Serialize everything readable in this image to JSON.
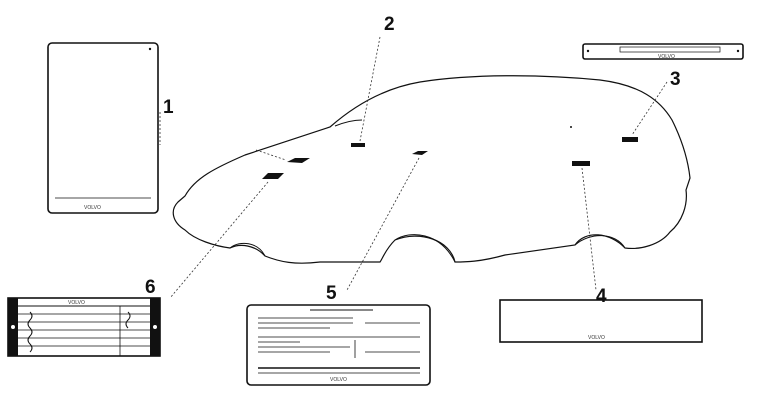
{
  "diagram": {
    "callouts": [
      {
        "id": "1",
        "label": "1"
      },
      {
        "id": "2",
        "label": "2"
      },
      {
        "id": "3",
        "label": "3"
      },
      {
        "id": "4",
        "label": "4"
      },
      {
        "id": "5",
        "label": "5"
      },
      {
        "id": "6",
        "label": "6"
      }
    ],
    "plate_texts": {
      "plate1_brand": "VOLVO",
      "plate3_brand": "VOLVO",
      "plate4_brand": "VOLVO",
      "plate5_brand": "VOLVO",
      "plate6_brand": "VOLVO"
    }
  }
}
